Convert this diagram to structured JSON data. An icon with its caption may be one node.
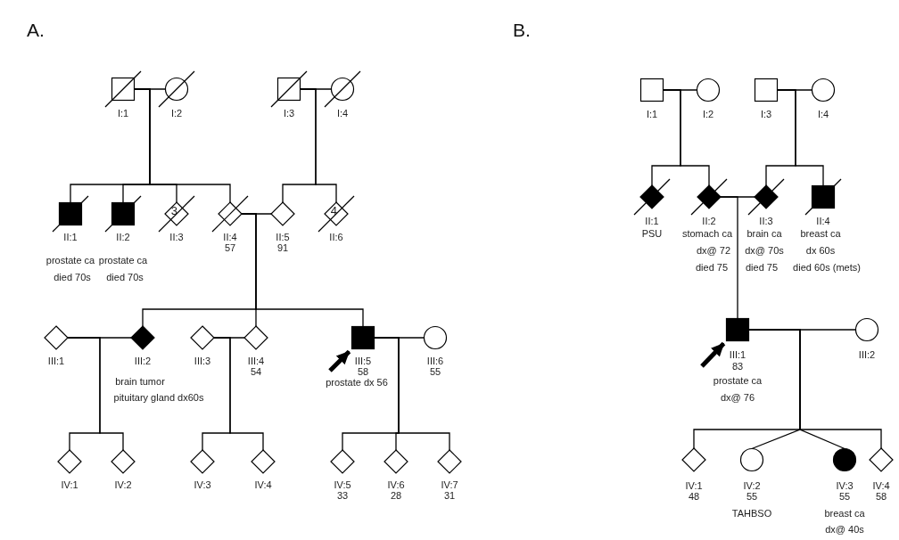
{
  "diagram": {
    "nodes": [
      {
        "text": [],
        "shape": "box",
        "beside": [
          "I:1"
        ]
      },
      {
        "text": [],
        "shape": "circle",
        "beside": [
          "I:2"
        ]
      },
      {
        "text": [],
        "shape": "box",
        "beside": [
          "I:3"
        ]
      },
      {
        "text": [],
        "shape": "circle",
        "beside": [
          "I:4"
        ]
      },
      {
        "text": [],
        "shape": "box",
        "beside": [
          "II:1",
          "prostate ca",
          "died 70s"
        ]
      },
      {
        "text": [],
        "shape": "box",
        "beside": [
          "II:2",
          "prostate ca",
          "died 70s"
        ]
      },
      {
        "text": [
          "3"
        ],
        "beside": [
          "II:3"
        ]
      },
      {
        "text": [],
        "shape": "diamond",
        "beside": [
          "II:4",
          "57"
        ]
      },
      {
        "text": [],
        "shape": "diamond",
        "beside": [
          "II:5",
          "91"
        ]
      },
      {
        "text": [
          "4"
        ],
        "beside": [
          "II:6"
        ]
      },
      {
        "text": [],
        "shape": "diamond",
        "beside": [
          "III:1"
        ]
      },
      {
        "text": [],
        "shape": "diamond",
        "beside": [
          "III:2",
          "brain tumor",
          "pituitary gland dx60s"
        ]
      },
      {
        "text": [],
        "shape": "diamond",
        "beside": [
          "III:3"
        ]
      },
      {
        "text": [],
        "shape": "diamond",
        "beside": [
          "III:4",
          "54"
        ]
      },
      {
        "text": [],
        "shape": "box",
        "beside": [
          "III:5",
          "58",
          "prostate dx 56"
        ]
      },
      {
        "text": [],
        "shape": "circle",
        "beside": [
          "III:6",
          "55"
        ]
      },
      {
        "text": [],
        "shape": "diamond",
        "beside": [
          "IV:1"
        ]
      },
      {
        "text": [],
        "shape": "diamond",
        "beside": [
          "IV:2"
        ]
      },
      {
        "text": [],
        "shape": "diamond",
        "beside": [
          "IV:3"
        ]
      },
      {
        "text": [],
        "shape": "diamond",
        "beside": [
          "IV:4"
        ]
      },
      {
        "text": [],
        "shape": "diamond",
        "beside": [
          "IV:5",
          "33"
        ]
      },
      {
        "text": [],
        "shape": "diamond",
        "beside": [
          "IV:6",
          "28"
        ]
      },
      {
        "text": [],
        "shape": "diamond",
        "beside": [
          "IV:7",
          "31"
        ]
      },
      {
        "text": [],
        "shape": "box",
        "beside": [
          "I:1"
        ]
      },
      {
        "text": [],
        "shape": "circle",
        "beside": [
          "I:2"
        ]
      },
      {
        "text": [],
        "shape": "box",
        "beside": [
          "I:3"
        ]
      },
      {
        "text": [],
        "shape": "circle",
        "beside": [
          "I:4"
        ]
      },
      {
        "text": [],
        "shape": "diamond",
        "beside": [
          "II:1",
          "PSU"
        ]
      },
      {
        "text": [],
        "shape": "diamond",
        "beside": [
          "II:2",
          "stomach ca",
          "dx@ 72",
          "died 75"
        ]
      },
      {
        "text": [],
        "shape": "diamond",
        "beside": [
          "II:3",
          "brain ca",
          "dx@ 70s",
          "died 75"
        ]
      },
      {
        "text": [],
        "shape": "box",
        "beside": [
          "II:4",
          "breast ca",
          "dx 60s",
          "died 60s (mets)"
        ]
      },
      {
        "text": [],
        "shape": "box",
        "beside": [
          "III:1",
          "83",
          "prostate ca",
          "dx@ 76"
        ]
      },
      {
        "text": [],
        "shape": "circle",
        "beside": [
          "III:2"
        ]
      },
      {
        "text": [],
        "shape": "diamond",
        "beside": [
          "IV:1",
          "48"
        ]
      },
      {
        "text": [],
        "shape": "circle",
        "beside": [
          "IV:2",
          "55",
          "TAHBSO"
        ]
      },
      {
        "text": [],
        "shape": "circle",
        "beside": [
          "IV:3",
          "55",
          "breast ca",
          "dx@ 40s"
        ]
      },
      {
        "text": [],
        "shape": "diamond",
        "beside": [
          "IV:4",
          "58"
        ]
      }
    ],
    "edges": [
      {
        "from": 0,
        "to": 1,
        "arrow": "none"
      },
      {
        "from": 0,
        "to": 4,
        "arrow": "none"
      },
      {
        "from": 0,
        "to": 5,
        "arrow": "none"
      },
      {
        "from": 0,
        "to": 6,
        "arrow": "none"
      },
      {
        "from": 0,
        "to": 7,
        "arrow": "none"
      },
      {
        "from": 2,
        "to": 3,
        "arrow": "none"
      },
      {
        "from": 2,
        "to": 8,
        "arrow": "none"
      },
      {
        "from": 2,
        "to": 9,
        "arrow": "none"
      },
      {
        "from": 7,
        "to": 8,
        "arrow": "none"
      },
      {
        "from": 7,
        "to": 11,
        "arrow": "none"
      },
      {
        "from": 7,
        "to": 13,
        "arrow": "none"
      },
      {
        "from": 7,
        "to": 14,
        "arrow": "none"
      },
      {
        "from": 10,
        "to": 11,
        "arrow": "none"
      },
      {
        "from": 10,
        "to": 16,
        "arrow": "none"
      },
      {
        "from": 10,
        "to": 17,
        "arrow": "none"
      },
      {
        "from": 12,
        "to": 13,
        "arrow": "none"
      },
      {
        "from": 12,
        "to": 18,
        "arrow": "none"
      },
      {
        "from": 12,
        "to": 19,
        "arrow": "none"
      },
      {
        "from": 14,
        "to": 15,
        "arrow": "none"
      },
      {
        "from": 14,
        "to": 20,
        "arrow": "none"
      },
      {
        "from": 14,
        "to": 21,
        "arrow": "none"
      },
      {
        "from": 14,
        "to": 22,
        "arrow": "none"
      },
      {
        "from": null,
        "to": 14,
        "arrow": "to",
        "style": "thick"
      },
      {
        "from": 23,
        "to": 24,
        "arrow": "none"
      },
      {
        "from": 23,
        "to": 27,
        "arrow": "none"
      },
      {
        "from": 23,
        "to": 28,
        "arrow": "none"
      },
      {
        "from": 25,
        "to": 26,
        "arrow": "none"
      },
      {
        "from": 25,
        "to": 29,
        "arrow": "none"
      },
      {
        "from": 25,
        "to": 30,
        "arrow": "none"
      },
      {
        "from": 28,
        "to": 29,
        "arrow": "none"
      },
      {
        "from": 28,
        "to": 31,
        "arrow": "none"
      },
      {
        "from": 31,
        "to": 32,
        "arrow": "none"
      },
      {
        "from": 31,
        "to": 33,
        "arrow": "none"
      },
      {
        "from": 31,
        "to": 34,
        "arrow": "none"
      },
      {
        "from": 31,
        "to": 35,
        "arrow": "none"
      },
      {
        "from": 31,
        "to": 36,
        "arrow": "none"
      },
      {
        "from": null,
        "to": 31,
        "arrow": "to",
        "style": "thick"
      }
    ],
    "labels": [
      "A.",
      "B."
    ]
  }
}
